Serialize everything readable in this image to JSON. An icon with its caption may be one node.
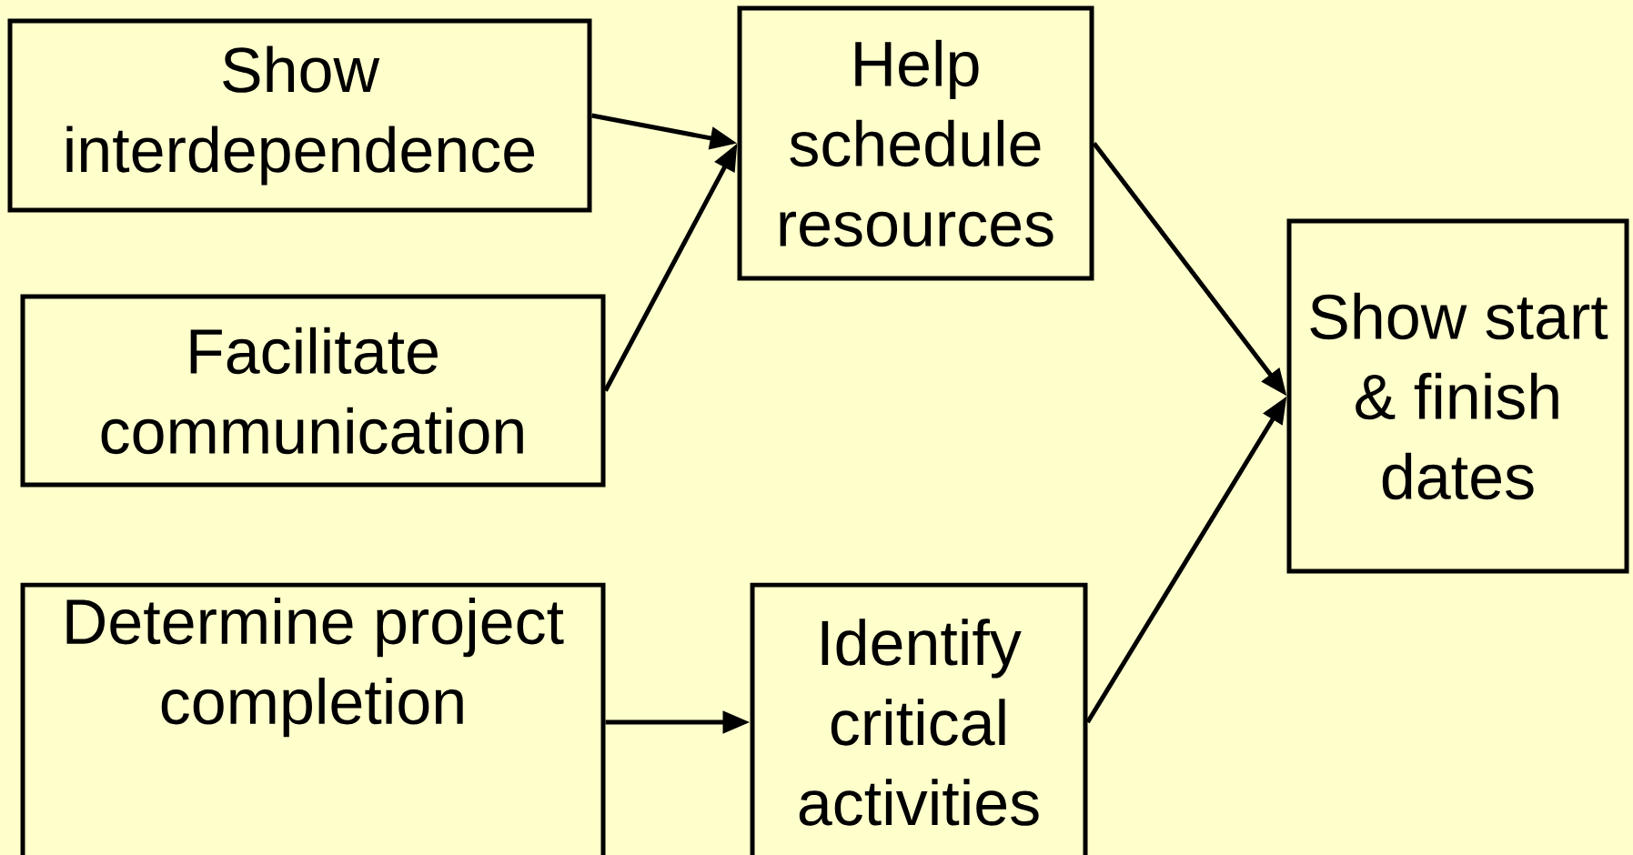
{
  "diagram": {
    "nodes": [
      {
        "text": [
          "Show interdependence"
        ]
      },
      {
        "text": [
          "Help schedule resources"
        ]
      },
      {
        "text": [
          "Facilitate communication"
        ]
      },
      {
        "text": [
          "Show start & finish dates"
        ]
      },
      {
        "text": [
          "Determine project completion"
        ]
      },
      {
        "text": [
          "Identify critical activities"
        ]
      }
    ],
    "edges": [
      {
        "from": 0,
        "to": 1,
        "arrow": "to"
      },
      {
        "from": 2,
        "to": 1,
        "arrow": "to"
      },
      {
        "from": 1,
        "to": 3,
        "arrow": "to"
      },
      {
        "from": 5,
        "to": 3,
        "arrow": "to"
      },
      {
        "from": 4,
        "to": 5,
        "arrow": "to"
      }
    ]
  }
}
